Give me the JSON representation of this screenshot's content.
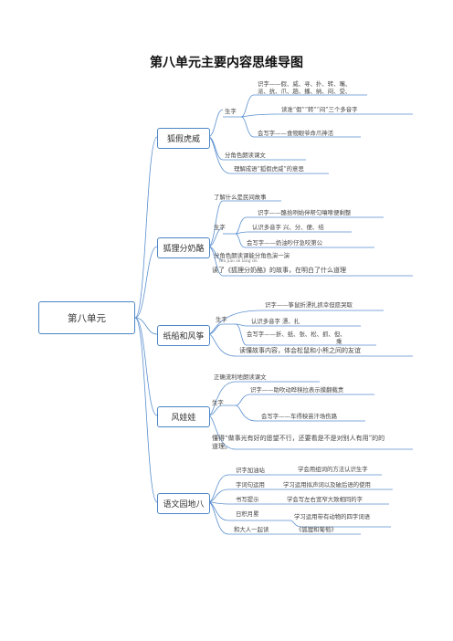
{
  "title": "第八单元主要内容思维导图",
  "root": "第八单元",
  "branches": [
    {
      "label": "狐假虎威",
      "items": {
        "shengzi": "生字",
        "shizi_1": "识字——假、威、寻、扑、转、嘴、",
        "shizi_2": "派、抗、爪、趟、播、纳、闷、受、",
        "duoyin": "读准“假”“转”“闷”三个多音字",
        "xiezi": "会写字——食物眼爷命爪神活",
        "fenjiao": "分角色朗读课文",
        "lijie": "理解成语“狐假虎威”的意思"
      }
    },
    {
      "label": "狐狸分奶酪",
      "items": {
        "minjian": "了解什么是民间故事",
        "shengzi": "生字",
        "shizi": "识字——酪拾咧始伴帮匀嚷嗦便剩整",
        "duoyin": "认识多音字 兴、分、便、结",
        "xiezi": "会写字——奶油吵仔急咬第公",
        "fenjiao": "分角色朗读课能分角色演一演",
        "pinyin": "fēn  jiǎo  sè  lǎng  dú",
        "dushu": "读了《狐狸分奶酪》的故事，在明白了什么道理"
      }
    },
    {
      "label": "纸船和风筝",
      "items": {
        "shizi": "识字——筝鼠折漂扎抓幸但愿哭取",
        "shengzi": "生字",
        "duoyin": "认识多音字 漂、扎",
        "xiezi": "会写字——折、纸、张、松、抓、但、",
        "xiezi2": "乘",
        "youyi": "读懂故事内容，体会松鼠和小熊之间的友谊"
      }
    },
    {
      "label": "风娃娃",
      "items": {
        "liuli": "正确流利地朗读课文",
        "shengzi": "生字",
        "shizi": "识字——助吹动哗秧拉表示摸翻载责",
        "xiezi": "会写字——车得秧苗汗场伤路",
        "dongde_1": "懂得“做事光有好的愿望不行，还要看是不是对别人有用”的的",
        "dongde_2": "道理。"
      }
    },
    {
      "label": "语文园地八",
      "items": [
        {
          "left": "识字加油站",
          "right": "学会用组词的方法认识生字"
        },
        {
          "left": "字词句运用",
          "right": "学习运用拟声词以及破后语的使用"
        },
        {
          "left": "书写提示",
          "right": "学会写左右宽窄大致相同的字"
        },
        {
          "left": "日积月累",
          "right": "学习运用带有动物的四字词语"
        },
        {
          "left": "和大人一起读",
          "right": "《狐狸和葡萄》"
        }
      ]
    }
  ]
}
